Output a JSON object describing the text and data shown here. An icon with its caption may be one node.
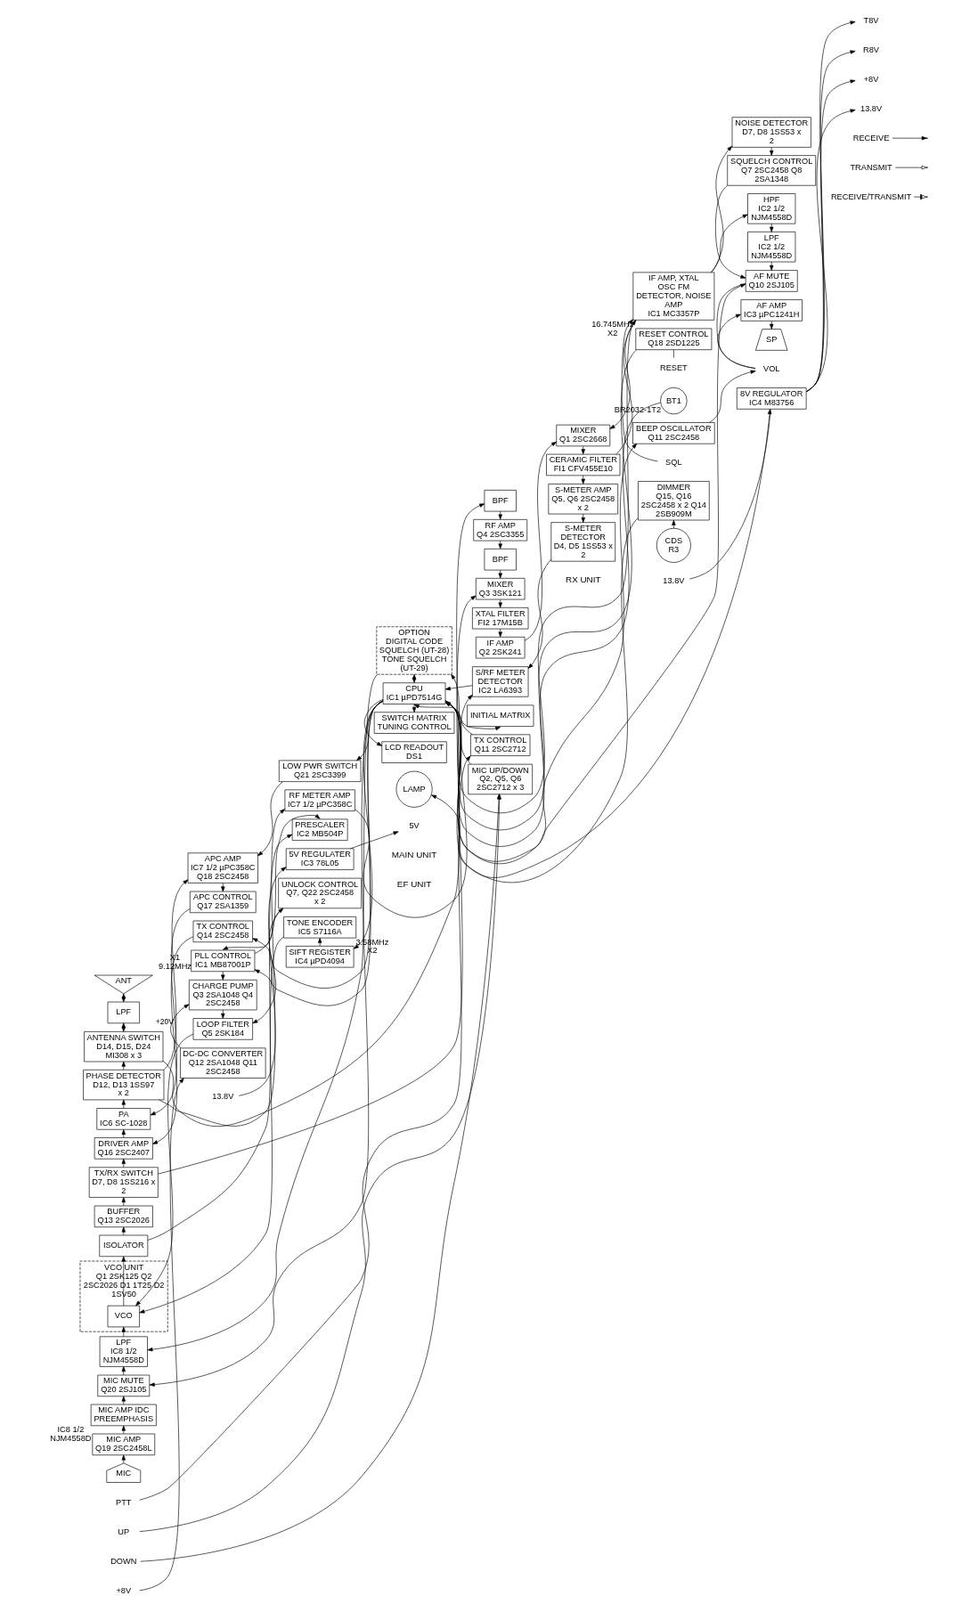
{
  "diagram": {
    "nodes": [
      {
        "text": [
          "ANT"
        ]
      },
      {
        "text": [
          "LPF"
        ]
      },
      {
        "text": [
          "ANTENNA SWITCH",
          "D14, D15, D24 MI308 x 3"
        ]
      },
      {
        "text": [
          "PHASE DETECTOR",
          "D12, D13 1SS97 x 2"
        ]
      },
      {
        "text": [
          "PA",
          "IC6 SC-1028"
        ]
      },
      {
        "text": [
          "DRIVER AMP",
          "Q16 2SC2407"
        ]
      },
      {
        "text": [
          "TX/RX SWITCH",
          "D7, D8 1SS216 x 2"
        ]
      },
      {
        "text": [
          "BUFFER",
          "Q13 2SC2026"
        ]
      },
      {
        "text": [
          "ISOLATOR"
        ]
      },
      {
        "text": [
          "VCO UNIT",
          "Q1 2SK125 Q2 2SC2026 D1 1T25 D2 1SV50"
        ]
      },
      {
        "text": [
          "VCO"
        ],
        "in": 9
      },
      {
        "text": [
          "LPF",
          "IC8 1/2 NJM4558D"
        ]
      },
      {
        "text": [
          "MIC MUTE",
          "Q20 2SJ105"
        ]
      },
      {
        "text": [
          "MIC AMP IDC PREEMPHASIS"
        ],
        "beside": [
          "IC8 1/2 NJM4558D"
        ]
      },
      {
        "text": [
          "MIC AMP",
          "Q19 2SC2458L"
        ]
      },
      {
        "text": [
          "MIC"
        ]
      },
      {
        "text": [
          "PTT"
        ]
      },
      {
        "text": [
          "UP"
        ]
      },
      {
        "text": [
          "DOWN"
        ]
      },
      {
        "text": [
          "APC AMP",
          "IC7 1/2 µPC358C Q18 2SC2458"
        ]
      },
      {
        "text": [
          "APC CONTROL",
          "Q17 2SA1359"
        ]
      },
      {
        "text": [
          "LOW PWR SWITCH",
          "Q21 2SC3399"
        ]
      },
      {
        "text": [
          "RF METER AMP",
          "IC7 1/2 µPC358C"
        ]
      },
      {
        "text": [
          "TX CONTROL",
          "Q14 2SC2458"
        ]
      },
      {
        "text": [
          "OPTION",
          "DIGITAL CODE SQUELCH (UT-28)",
          "TONE SQUELCH (UT-29)"
        ]
      },
      {
        "text": [
          "PRESCALER",
          "IC2 MB504P"
        ]
      },
      {
        "text": [
          "PLL CONTROL",
          "IC1 MB87001P"
        ],
        "beside": [
          "X1",
          "9.12MHz"
        ]
      },
      {
        "text": [
          "5V REGULATER",
          "IC3 78L05"
        ]
      },
      {
        "text": [
          "CHARGE PUMP",
          "Q3 2SA1048 Q4 2SC2458"
        ]
      },
      {
        "text": [
          "LOOP FILTER",
          "Q5 2SK184"
        ]
      },
      {
        "text": [
          "UNLOCK CONTROL",
          "Q7, Q22 2SC2458 x 2"
        ]
      },
      {
        "text": [
          "TONE ENCODER",
          "IC5 S7116A"
        ],
        "beside": [
          "3.58MHz",
          "X2"
        ]
      },
      {
        "text": [
          "SIFT REGISTER",
          "IC4 µPD4094"
        ]
      },
      {
        "text": [
          "DC-DC CONVERTER",
          "Q12 2SA1048 Q11 2SC2458"
        ]
      },
      {
        "text": [
          "BPF"
        ]
      },
      {
        "text": [
          "RF AMP",
          "Q4 2SC3355"
        ]
      },
      {
        "text": [
          "BPF"
        ]
      },
      {
        "text": [
          "MIXER",
          "Q3 3SK121"
        ]
      },
      {
        "text": [
          "XTAL FILTER",
          "FI2 17M15B"
        ]
      },
      {
        "text": [
          "IF AMP",
          "Q2 2SK241"
        ]
      },
      {
        "text": [
          "MIXER",
          "Q1 2SC2668"
        ]
      },
      {
        "text": [
          "CERAMIC FILTER",
          "FI1 CFV455E10"
        ]
      },
      {
        "text": [
          "IF AMP, XTAL OSC FM DETECTOR, NOISE AMP",
          "IC1 MC3357P"
        ],
        "beside": [
          "16.745MHz",
          "X2"
        ]
      },
      {
        "text": [
          "NOISE DETECTOR",
          "D7, D8 1SS53 x 2"
        ]
      },
      {
        "text": [
          "SQUELCH CONTROL",
          "Q7 2SC2458 Q8 2SA1348"
        ]
      },
      {
        "text": [
          "S-METER AMP",
          "Q5, Q6 2SC2458 x 2"
        ]
      },
      {
        "text": [
          "S-METER DETECTOR",
          "D4, D5 1SS53 x 2"
        ]
      },
      {
        "text": [
          "S/RF METER DETECTOR",
          "IC2 LA6393"
        ]
      },
      {
        "text": [
          "RESET CONTROL",
          "Q18 2SD1225"
        ]
      },
      {
        "text": [
          "RESET"
        ]
      },
      {
        "text": [
          "BT1"
        ],
        "beside": [
          "BR2032-1T2"
        ]
      },
      {
        "text": [
          "HPF",
          "IC2 1/2 NJM4558D"
        ]
      },
      {
        "text": [
          "LPF",
          "IC2 1/2 NJM4558D"
        ]
      },
      {
        "text": [
          "AF MUTE",
          "Q10 2SJ105"
        ]
      },
      {
        "text": [
          "BEEP OSCILLATOR",
          "Q11 2SC2458"
        ]
      },
      {
        "text": [
          "AF AMP",
          "IC3 µPC1241H"
        ]
      },
      {
        "text": [
          "SP"
        ]
      },
      {
        "text": [
          "VOL"
        ]
      },
      {
        "text": [
          "SQL"
        ]
      },
      {
        "text": [
          "CPU",
          "IC1 µPD7514G"
        ]
      },
      {
        "text": [
          "INITIAL MATRIX"
        ]
      },
      {
        "text": [
          "TX CONTROL",
          "Q11 2SC2712"
        ]
      },
      {
        "text": [
          "SWITCH MATRIX",
          "TUNING CONTROL"
        ]
      },
      {
        "text": [
          "LCD READOUT",
          "DS1"
        ]
      },
      {
        "text": [
          "LAMP"
        ]
      },
      {
        "text": [
          "MIC UP/DOWN",
          "Q2, Q5, Q6 2SC2712 x 3"
        ]
      },
      {
        "text": [
          "DIMMER",
          "Q15, Q16 2SC2458 x 2 Q14 2SB909M"
        ]
      },
      {
        "text": [
          "CDS",
          "R3"
        ]
      },
      {
        "text": [
          "8V REGULATOR",
          "IC4 M83756"
        ]
      },
      {
        "text": [
          "13.8V"
        ]
      },
      {
        "text": [
          "5V"
        ]
      },
      {
        "text": [
          "+8V"
        ]
      },
      {
        "text": [
          "13.8V"
        ]
      },
      {
        "text": [
          "T8V"
        ]
      },
      {
        "text": [
          "R8V"
        ]
      },
      {
        "text": [
          "+8V"
        ]
      },
      {
        "text": [
          "13.8V"
        ]
      }
    ],
    "edges": [
      {
        "from": 1,
        "to": 0,
        "arrow": "both"
      },
      {
        "from": 2,
        "to": 1,
        "arrow": "both"
      },
      {
        "from": 3,
        "to": 2,
        "arrow": "to"
      },
      {
        "from": 4,
        "to": 3,
        "arrow": "to"
      },
      {
        "from": 5,
        "to": 4,
        "arrow": "to"
      },
      {
        "from": 6,
        "to": 5,
        "arrow": "to"
      },
      {
        "from": 7,
        "to": 6,
        "arrow": "to"
      },
      {
        "from": 8,
        "to": 7,
        "arrow": "to"
      },
      {
        "from": 10,
        "to": 8,
        "arrow": "to"
      },
      {
        "from": 8,
        "to": 25,
        "arrow": "to"
      },
      {
        "from": 25,
        "to": 26,
        "arrow": "both"
      },
      {
        "from": 26,
        "to": 28,
        "arrow": "to"
      },
      {
        "from": 28,
        "to": 29,
        "arrow": "to"
      },
      {
        "from": 29,
        "to": 10,
        "arrow": "to"
      },
      {
        "from": 26,
        "to": 30,
        "arrow": "to"
      },
      {
        "from": 30,
        "to": 29,
        "arrow": "to"
      },
      {
        "from": 31,
        "to": 10,
        "arrow": "to"
      },
      {
        "from": 32,
        "to": 31,
        "arrow": "to"
      },
      {
        "from": 59,
        "to": 32,
        "arrow": "to"
      },
      {
        "from": 59,
        "to": 26,
        "arrow": "to"
      },
      {
        "from": 3,
        "to": 19,
        "arrow": "to"
      },
      {
        "from": 19,
        "to": 20,
        "arrow": "to"
      },
      {
        "from": 20,
        "to": 4,
        "arrow": "to"
      },
      {
        "from": 21,
        "to": 19,
        "arrow": "to"
      },
      {
        "from": 59,
        "to": 21,
        "arrow": "to"
      },
      {
        "from": 3,
        "to": 22,
        "arrow": "to"
      },
      {
        "from": 22,
        "to": 47,
        "arrow": "to"
      },
      {
        "from": 23,
        "to": 5,
        "arrow": "to"
      },
      {
        "from": 59,
        "to": 23,
        "arrow": "to"
      },
      {
        "from": 15,
        "to": 14,
        "arrow": "to"
      },
      {
        "from": 14,
        "to": 13,
        "arrow": "to"
      },
      {
        "from": 13,
        "to": 12,
        "arrow": "to"
      },
      {
        "from": 12,
        "to": 11,
        "arrow": "to"
      },
      {
        "from": 11,
        "to": 10,
        "arrow": "to"
      },
      {
        "from": 59,
        "to": 12,
        "arrow": "to"
      },
      {
        "from": 24,
        "to": 11,
        "arrow": "to"
      },
      {
        "from": 33,
        "to": 28,
        "arrow": "to",
        "label": "+20V"
      },
      {
        "from": 71,
        "to": 33,
        "arrow": "to"
      },
      {
        "from": 69,
        "to": 27,
        "arrow": "to"
      },
      {
        "from": 27,
        "to": 70,
        "arrow": "to"
      },
      {
        "from": 2,
        "to": 34,
        "arrow": "to"
      },
      {
        "from": 34,
        "to": 35,
        "arrow": "to"
      },
      {
        "from": 35,
        "to": 36,
        "arrow": "to"
      },
      {
        "from": 36,
        "to": 37,
        "arrow": "to"
      },
      {
        "from": 6,
        "to": 37,
        "arrow": "to"
      },
      {
        "from": 37,
        "to": 38,
        "arrow": "to"
      },
      {
        "from": 38,
        "to": 39,
        "arrow": "to"
      },
      {
        "from": 39,
        "to": 40,
        "arrow": "to"
      },
      {
        "from": 42,
        "to": 40,
        "arrow": "to"
      },
      {
        "from": 40,
        "to": 41,
        "arrow": "to"
      },
      {
        "from": 41,
        "to": 42,
        "arrow": "to"
      },
      {
        "from": 42,
        "to": 43,
        "arrow": "to"
      },
      {
        "from": 58,
        "to": 42,
        "arrow": "to"
      },
      {
        "from": 43,
        "to": 44,
        "arrow": "to"
      },
      {
        "from": 44,
        "to": 53,
        "arrow": "to"
      },
      {
        "from": 42,
        "to": 51,
        "arrow": "to"
      },
      {
        "from": 42,
        "to": 24,
        "arrow": "to"
      },
      {
        "from": 51,
        "to": 52,
        "arrow": "to"
      },
      {
        "from": 52,
        "to": 53,
        "arrow": "to"
      },
      {
        "from": 41,
        "to": 45,
        "arrow": "to"
      },
      {
        "from": 45,
        "to": 46,
        "arrow": "to"
      },
      {
        "from": 46,
        "to": 47,
        "arrow": "to"
      },
      {
        "from": 47,
        "to": 59,
        "arrow": "to"
      },
      {
        "from": 24,
        "to": 59,
        "arrow": "both"
      },
      {
        "from": 49,
        "to": 48,
        "arrow": "none"
      },
      {
        "from": 48,
        "to": 59,
        "arrow": "none"
      },
      {
        "from": 50,
        "to": 59,
        "arrow": "none"
      },
      {
        "from": 59,
        "to": 53,
        "arrow": "to"
      },
      {
        "from": 59,
        "to": 54,
        "arrow": "to"
      },
      {
        "from": 53,
        "to": 57,
        "arrow": "none"
      },
      {
        "from": 54,
        "to": 57,
        "arrow": "to"
      },
      {
        "from": 57,
        "to": 55,
        "arrow": "to"
      },
      {
        "from": 55,
        "to": 56,
        "arrow": "to"
      },
      {
        "from": 59,
        "to": 60,
        "arrow": "both"
      },
      {
        "from": 59,
        "to": 62,
        "arrow": "to"
      },
      {
        "from": 59,
        "to": 63,
        "arrow": "to"
      },
      {
        "from": 61,
        "to": 59,
        "arrow": "to"
      },
      {
        "from": 16,
        "to": 61,
        "arrow": "to"
      },
      {
        "from": 17,
        "to": 65,
        "arrow": "to"
      },
      {
        "from": 18,
        "to": 65,
        "arrow": "to"
      },
      {
        "from": 65,
        "to": 59,
        "arrow": "to"
      },
      {
        "from": 66,
        "to": 64,
        "arrow": "to"
      },
      {
        "from": 67,
        "to": 66,
        "arrow": "to"
      },
      {
        "from": 72,
        "to": 68,
        "arrow": "none"
      },
      {
        "from": 68,
        "to": 73,
        "arrow": "to"
      },
      {
        "from": 68,
        "to": 74,
        "arrow": "to"
      },
      {
        "from": 68,
        "to": 75,
        "arrow": "to"
      },
      {
        "from": 68,
        "to": 76,
        "arrow": "to"
      },
      {
        "from": 59,
        "to": 68,
        "arrow": "to"
      }
    ],
    "labels": [
      "MAIN UNIT",
      "RX UNIT",
      "EF UNIT"
    ],
    "legend": [
      {
        "text": "RECEIVE"
      },
      {
        "text": "TRANSMIT"
      },
      {
        "text": "RECEIVE/TRANSMIT"
      }
    ]
  }
}
